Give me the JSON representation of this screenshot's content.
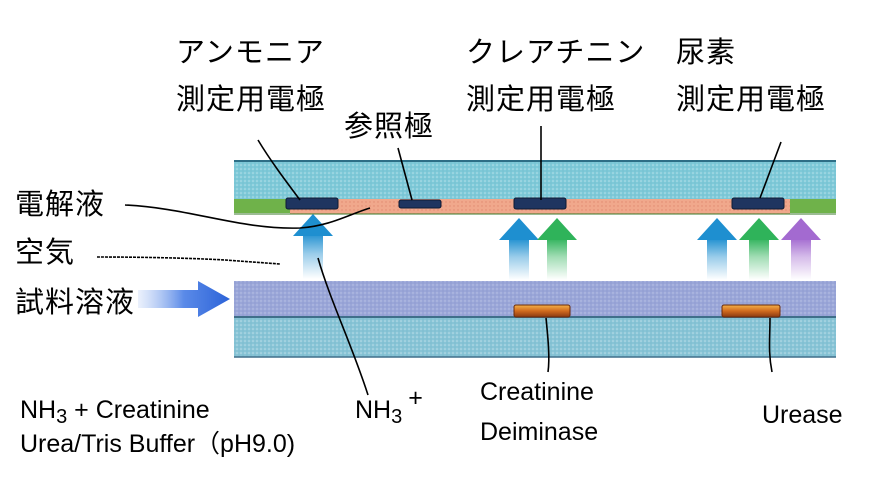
{
  "labels": {
    "ammonia_electrode": [
      "アンモニア",
      "測定用電極"
    ],
    "creatinine_electrode": [
      "クレアチニン",
      "測定用電極"
    ],
    "urea_electrode": [
      "尿素",
      "測定用電極"
    ],
    "reference_electrode": "参照極",
    "electrolyte": "電解液",
    "air": "空気",
    "sample_solution": "試料溶液"
  },
  "reaction": {
    "line1_pre": "NH",
    "line1_sub": "3",
    "line1_post": " + Creatinine",
    "line2": "Urea/Tris Buffer（pH9.0)",
    "product_pre": "NH",
    "product_sub": "3",
    "product_sup": "+"
  },
  "enzymes": {
    "creatinine": [
      "Creatinine",
      "Deiminase"
    ],
    "urease": "Urease"
  },
  "colors": {
    "upper_layer": "#7ec9d8",
    "lower_layer": "#88c4d6",
    "membrane": "#f0a88c",
    "green_strip": "#6fb24a",
    "sample_band": "#9aa6d8",
    "electrode": "#1f3560",
    "enzyme": "#d06a1e",
    "arrow_blue": "#1e8fd0",
    "arrow_green": "#2fb35a",
    "arrow_purple": "#a36ad0",
    "flow_arrow": "#2c63d8"
  },
  "arrows": [
    {
      "name": "ammonia-gas-arrow",
      "color": "arrow_blue"
    },
    {
      "name": "creatinine-blue-arrow",
      "color": "arrow_blue"
    },
    {
      "name": "creatinine-green-arrow",
      "color": "arrow_green"
    },
    {
      "name": "urea-blue-arrow",
      "color": "arrow_blue"
    },
    {
      "name": "urea-green-arrow",
      "color": "arrow_green"
    },
    {
      "name": "urea-purple-arrow",
      "color": "arrow_purple"
    }
  ]
}
